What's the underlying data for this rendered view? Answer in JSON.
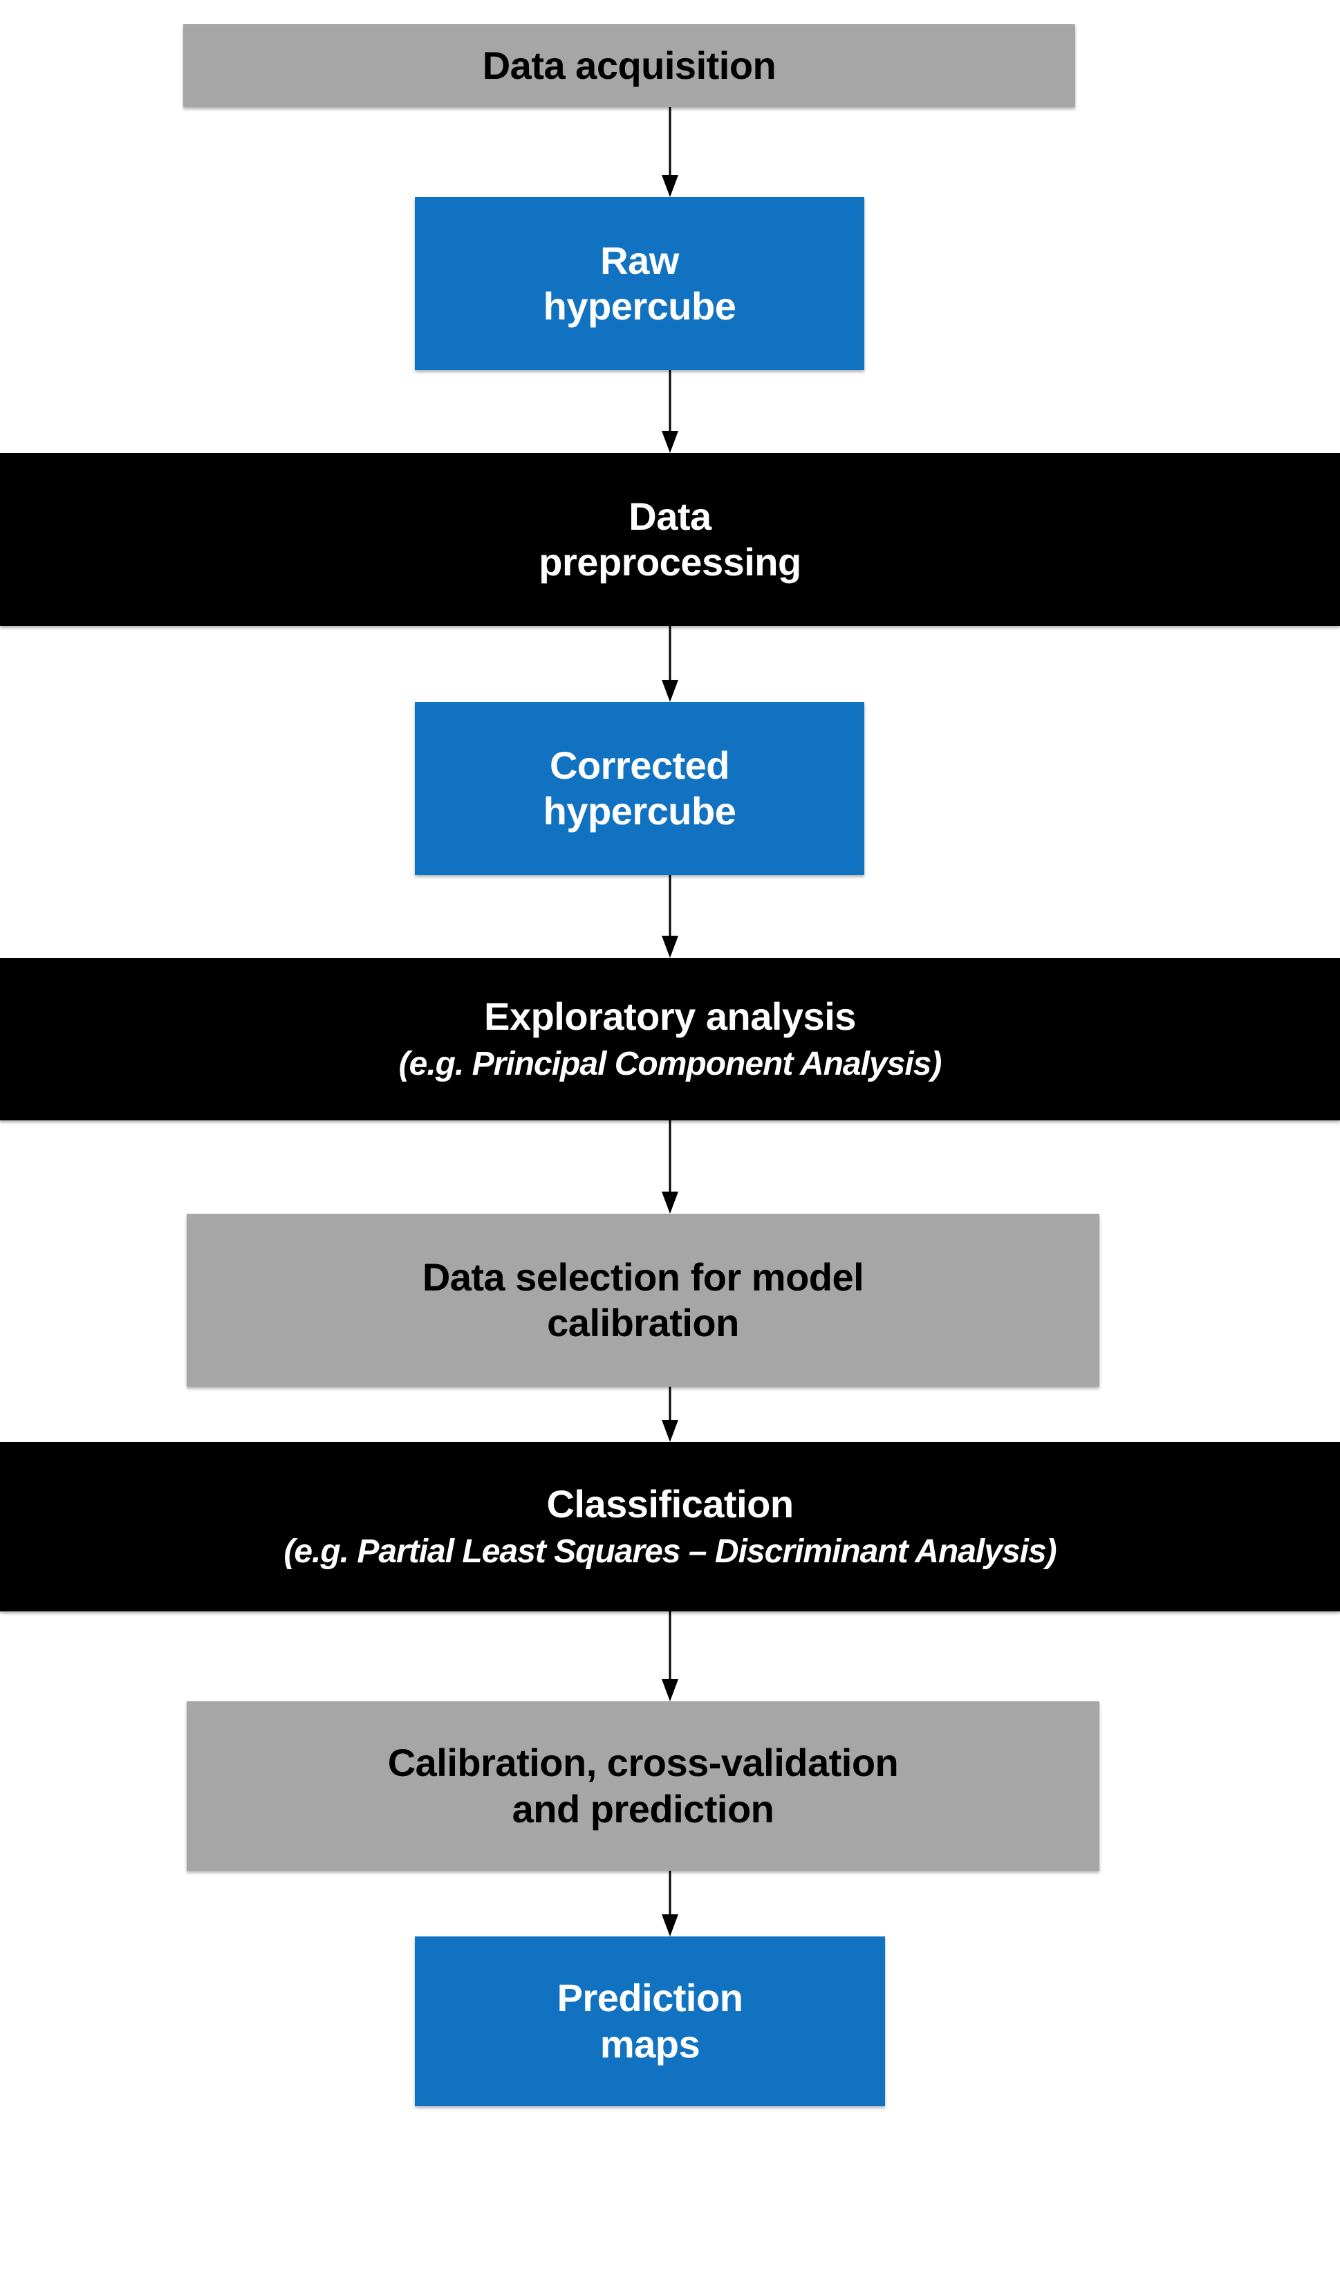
{
  "diagram": {
    "title": "Hyperspectral imaging data analysis workflow",
    "orientation": "top-to-bottom",
    "colors": {
      "gray_box": "#a6a6a6",
      "blue_box": "#1072c0",
      "black_box": "#000000",
      "page_background": "#ffffff",
      "arrow": "#000000",
      "text_on_gray": "#000000",
      "text_on_blue": "#ffffff",
      "text_on_black": "#ffffff"
    },
    "nodes": [
      {
        "id": "data-acquisition",
        "style": "gray",
        "title": "Data acquisition",
        "subtitle": "",
        "lines": [
          "Data acquisition"
        ]
      },
      {
        "id": "raw-hypercube",
        "style": "blue",
        "title": "Raw hypercube",
        "subtitle": "",
        "lines": [
          "Raw",
          "hypercube"
        ]
      },
      {
        "id": "data-preprocessing",
        "style": "black",
        "title": "Data preprocessing",
        "subtitle": "",
        "lines": [
          "Data",
          "preprocessing"
        ]
      },
      {
        "id": "corrected-hypercube",
        "style": "blue",
        "title": "Corrected hypercube",
        "subtitle": "",
        "lines": [
          "Corrected",
          "hypercube"
        ]
      },
      {
        "id": "exploratory-analysis",
        "style": "black",
        "title": "Exploratory analysis",
        "subtitle": "(e.g. Principal Component Analysis)",
        "lines": [
          "Exploratory analysis"
        ]
      },
      {
        "id": "data-selection",
        "style": "gray",
        "title": "Data selection for model calibration",
        "subtitle": "",
        "lines": [
          "Data selection for model",
          "calibration"
        ]
      },
      {
        "id": "classification",
        "style": "black",
        "title": "Classification",
        "subtitle": "(e.g. Partial Least Squares – Discriminant Analysis)",
        "lines": [
          "Classification"
        ]
      },
      {
        "id": "calibration-cross-validation",
        "style": "gray",
        "title": "Calibration, cross-validation and prediction",
        "subtitle": "",
        "lines": [
          "Calibration, cross-validation",
          "and prediction"
        ]
      },
      {
        "id": "prediction-maps",
        "style": "blue",
        "title": "Prediction maps",
        "subtitle": "",
        "lines": [
          "Prediction",
          "maps"
        ]
      }
    ],
    "connectors": [
      {
        "from": "data-acquisition",
        "to": "raw-hypercube",
        "icon": "down-arrow-icon"
      },
      {
        "from": "raw-hypercube",
        "to": "data-preprocessing",
        "icon": "down-arrow-icon"
      },
      {
        "from": "data-preprocessing",
        "to": "corrected-hypercube",
        "icon": "down-arrow-icon"
      },
      {
        "from": "corrected-hypercube",
        "to": "exploratory-analysis",
        "icon": "down-arrow-icon"
      },
      {
        "from": "exploratory-analysis",
        "to": "data-selection",
        "icon": "down-arrow-icon"
      },
      {
        "from": "data-selection",
        "to": "classification",
        "icon": "down-arrow-icon"
      },
      {
        "from": "classification",
        "to": "calibration-cross-validation",
        "icon": "down-arrow-icon"
      },
      {
        "from": "calibration-cross-validation",
        "to": "prediction-maps",
        "icon": "down-arrow-icon"
      }
    ]
  },
  "text": {
    "n0_l0": "Data acquisition",
    "n1_l0": "Raw",
    "n1_l1": "hypercube",
    "n2_l0": "Data",
    "n2_l1": "preprocessing",
    "n3_l0": "Corrected",
    "n3_l1": "hypercube",
    "n4_l0": "Exploratory analysis",
    "n4_sub": "(e.g. Principal Component Analysis)",
    "n5_l0": "Data selection for model",
    "n5_l1": "calibration",
    "n6_l0": "Classification",
    "n6_sub": "(e.g. Partial Least Squares – Discriminant Analysis)",
    "n7_l0": "Calibration, cross-validation",
    "n7_l1": "and prediction",
    "n8_l0": "Prediction",
    "n8_l1": "maps"
  }
}
